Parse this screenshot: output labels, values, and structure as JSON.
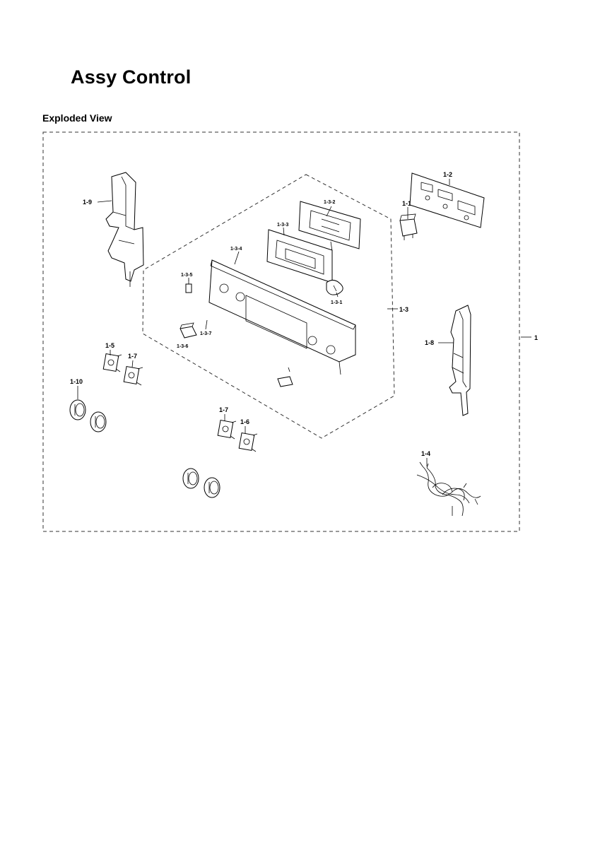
{
  "header": {
    "title": "Assy Control",
    "subtitle": "Exploded View"
  },
  "labels": {
    "assy": "1",
    "part_1_1": "1-1",
    "part_1_2": "1-2",
    "part_1_3": "1-3",
    "part_1_3_1": "1-3-1",
    "part_1_3_2": "1-3-2",
    "part_1_3_3": "1-3-3",
    "part_1_3_4": "1-3-4",
    "part_1_3_5": "1-3-5",
    "part_1_3_6": "1-3-6",
    "part_1_3_7": "1-3-7",
    "part_1_4": "1-4",
    "part_1_5": "1-5",
    "part_1_6": "1-6",
    "part_1_7a": "1-7",
    "part_1_7b": "1-7",
    "part_1_8": "1-8",
    "part_1_9": "1-9",
    "part_1_10": "1-10"
  }
}
